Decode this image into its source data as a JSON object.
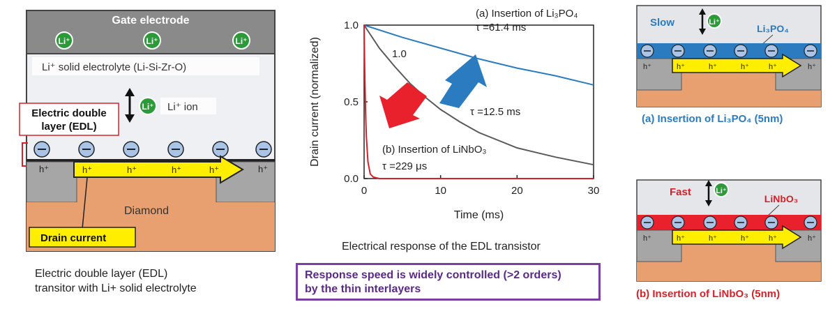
{
  "left": {
    "gate_label": "Gate electrode",
    "li_plus": "Li⁺",
    "electrolyte_label": "Li⁺ solid electrolyte (Li-Si-Zr-O)",
    "ion_label": "Li⁺ ion",
    "edl_label_line1": "Electric double",
    "edl_label_line2": "layer (EDL)",
    "minus": "⊖",
    "hole": "h⁺",
    "diamond_label": "Diamond",
    "drain_label": "Drain current",
    "caption_line1": "Electric double layer (EDL)",
    "caption_line2": "transitor with Li+ solid electrolyte"
  },
  "middle": {
    "caption": "Electrical response of the EDL transistor",
    "note_line1": "Response speed is widely controlled (>2 orders)",
    "note_line2": "by the thin interlayers",
    "annot_a_line1": "(a) Insertion of Li₃PO₄",
    "annot_a_line2": "τ =61.4 ms",
    "annot_mid": "τ =12.5 ms",
    "annot_one": "1.0",
    "annot_b_line1": "(b) Insertion of LiNbO₃",
    "annot_b_line2": "τ =229 μs"
  },
  "right": {
    "top_speed": "Slow",
    "top_layer": "Li₃PO₄",
    "top_caption": "(a) Insertion of Li₃PO₄ (5nm)",
    "bottom_speed": "Fast",
    "bottom_layer": "LiNbO₃",
    "bottom_caption": "(b) Insertion of LiNbO₃ (5nm)"
  },
  "colors": {
    "blue": "#2a7bc0",
    "red": "#d8202a",
    "gray_curve": "#5a5a5a",
    "purple": "#7a3fa0",
    "yellow": "#ffee00",
    "diamond": "#e8a070"
  },
  "chart_data": {
    "type": "line",
    "xlabel": "Time (ms)",
    "ylabel": "Drain current (normalized)",
    "xlim": [
      0,
      30
    ],
    "ylim": [
      0,
      1.0
    ],
    "xticks": [
      "0",
      "10",
      "20",
      "30"
    ],
    "yticks": [
      "0.0",
      "0.5",
      "1.0"
    ],
    "series": [
      {
        "color": "#2a7bc0",
        "x": [
          0,
          5,
          10,
          15,
          20,
          25,
          30
        ],
        "y": [
          1.0,
          0.92,
          0.85,
          0.78,
          0.72,
          0.67,
          0.61
        ]
      },
      {
        "color": "#5a5a5a",
        "x": [
          0,
          2,
          4,
          6,
          8,
          10,
          12.5,
          15,
          20,
          25,
          30
        ],
        "y": [
          1.0,
          0.85,
          0.73,
          0.62,
          0.53,
          0.45,
          0.37,
          0.3,
          0.2,
          0.14,
          0.09
        ]
      },
      {
        "color": "#d8202a",
        "x": [
          0,
          0.1,
          0.2,
          0.3,
          0.5,
          0.8,
          1.2,
          2,
          30
        ],
        "y": [
          1.0,
          0.65,
          0.42,
          0.27,
          0.11,
          0.03,
          0.01,
          0.0,
          0.0
        ]
      }
    ]
  }
}
